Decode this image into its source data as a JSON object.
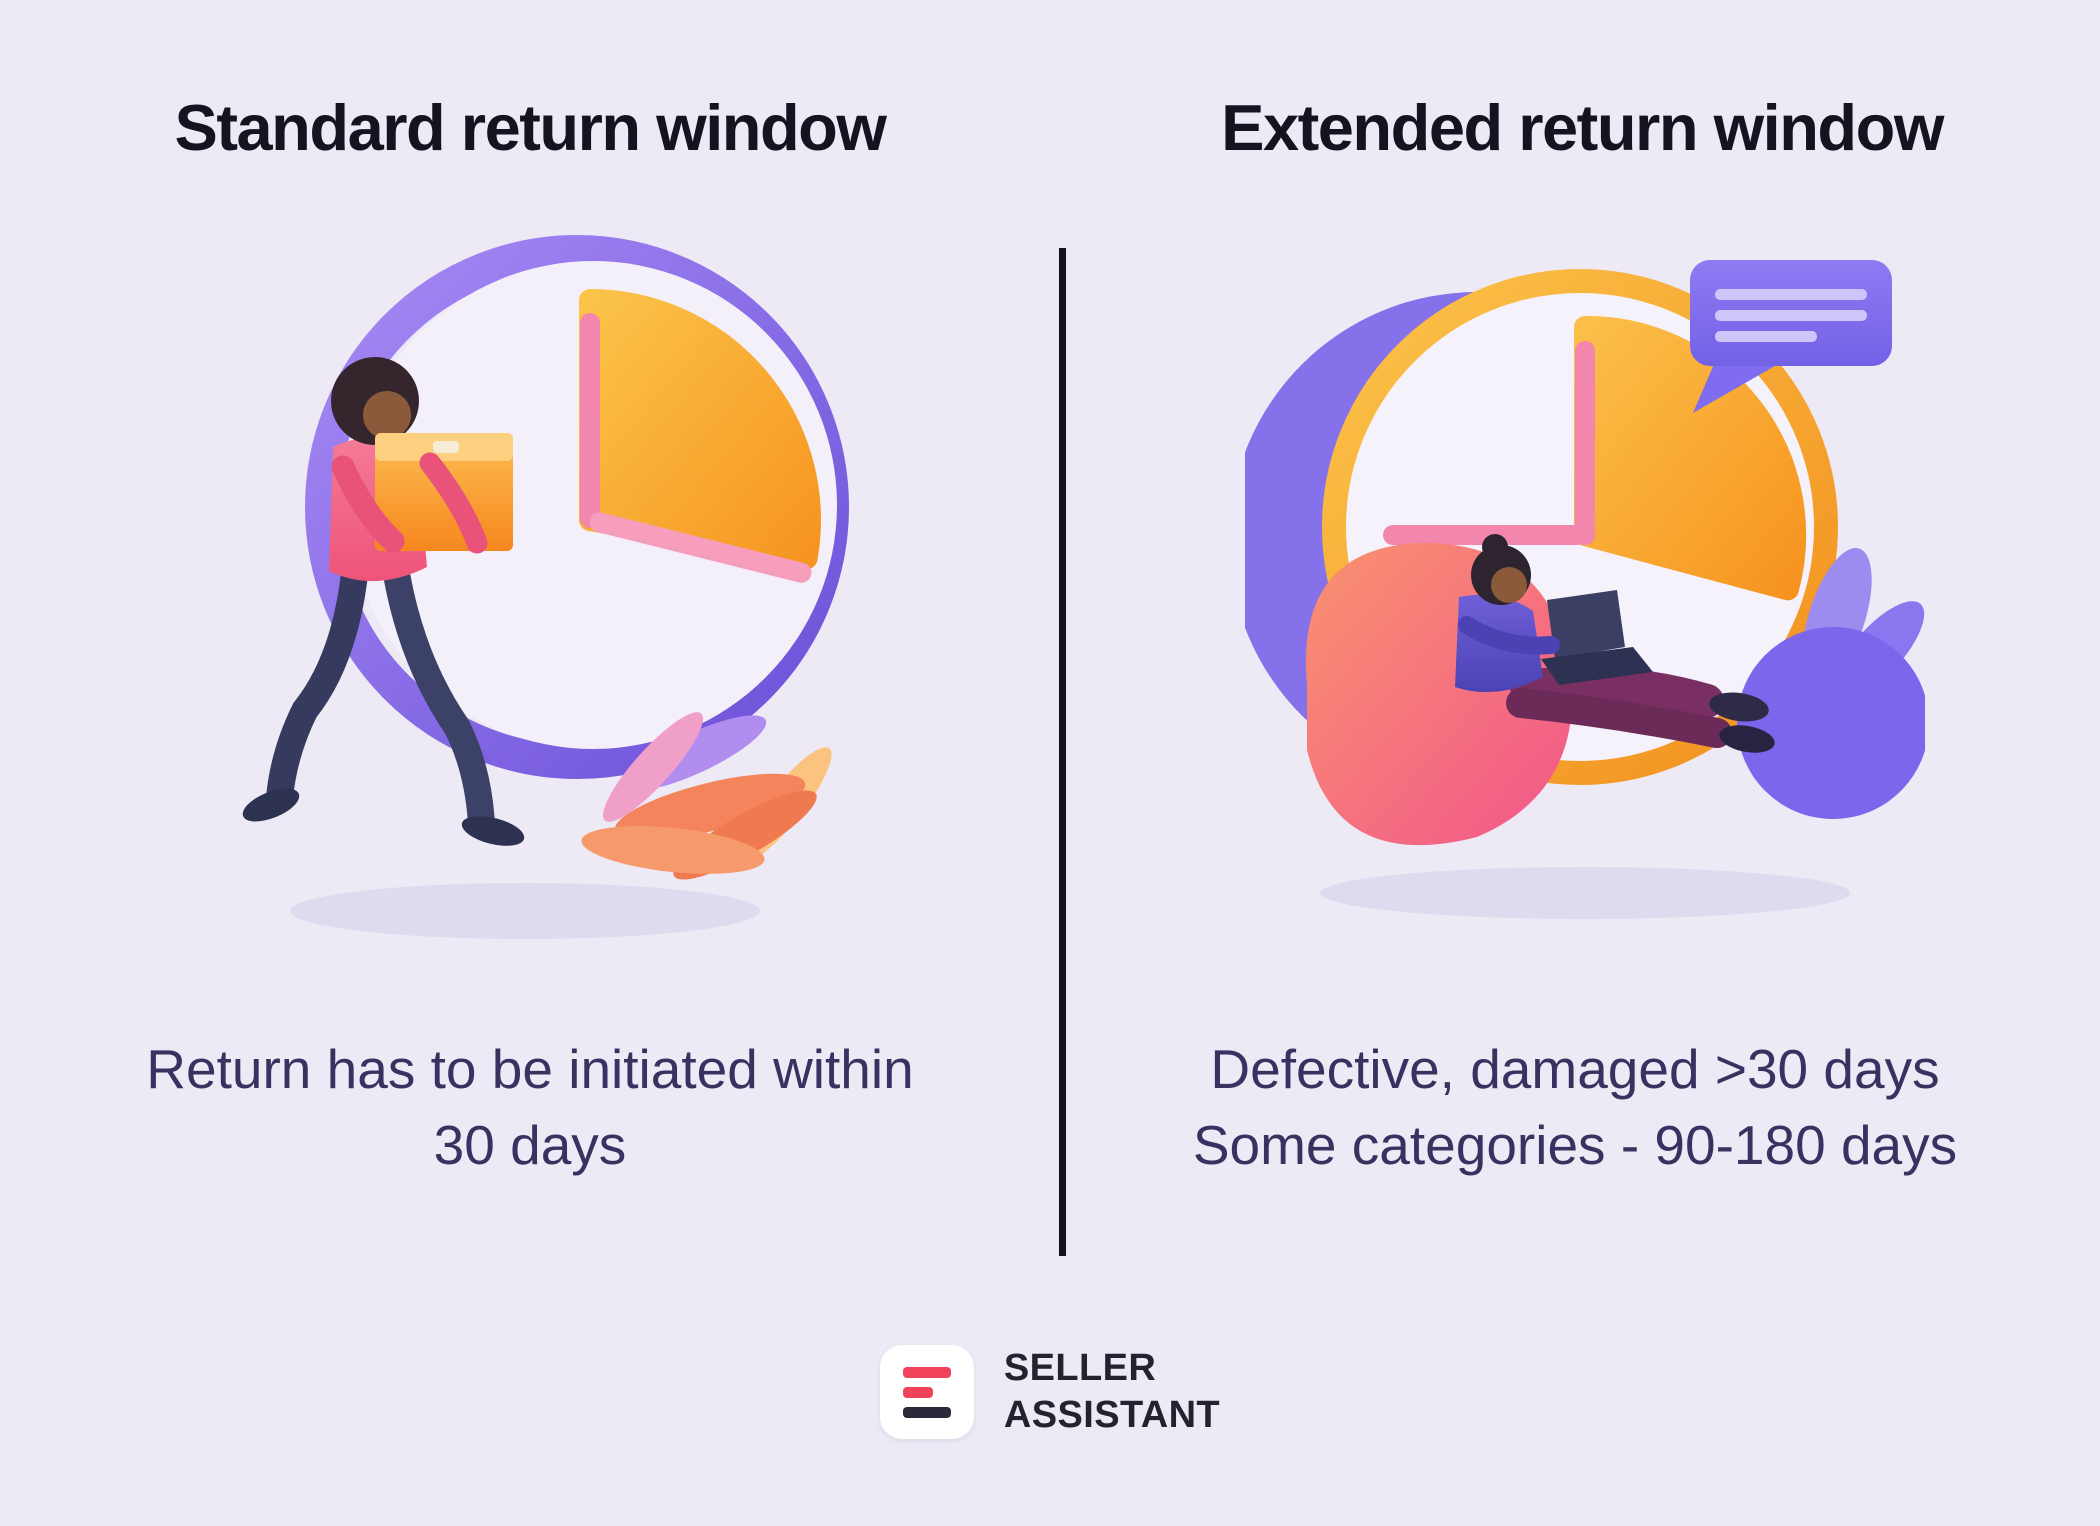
{
  "page": {
    "background": "#edeaf6"
  },
  "columns": {
    "left": {
      "title": "Standard return window",
      "caption": [
        "Return has to be initiated within",
        "30 days"
      ]
    },
    "right": {
      "title": "Extended return window",
      "caption": [
        "Defective, damaged >30 days",
        "Some categories - 90-180 days"
      ]
    }
  },
  "footer": {
    "brand_top": "SELLER",
    "brand_bottom": "ASSISTANT"
  },
  "colors": {
    "background": "#edeaf6",
    "title_text": "#15131f",
    "caption_text": "#3b3161",
    "divider": "#14121e",
    "logo_red": "#f0435a",
    "logo_dark": "#2b2a3a",
    "clock_ring_purple": "#7c63e8",
    "clock_ring_yellow": "#f5a92e",
    "wedge_orange": "#f9a93c",
    "hand_pink": "#f386ad",
    "beanbag_pink": "#f4698a",
    "bubble_purple": "#8472ee"
  },
  "icons": {
    "left_illustration": "person-carrying-box-with-clock",
    "right_illustration": "person-with-laptop-clock-and-chat-bubble",
    "logo": "seller-assistant-logo-mark"
  }
}
